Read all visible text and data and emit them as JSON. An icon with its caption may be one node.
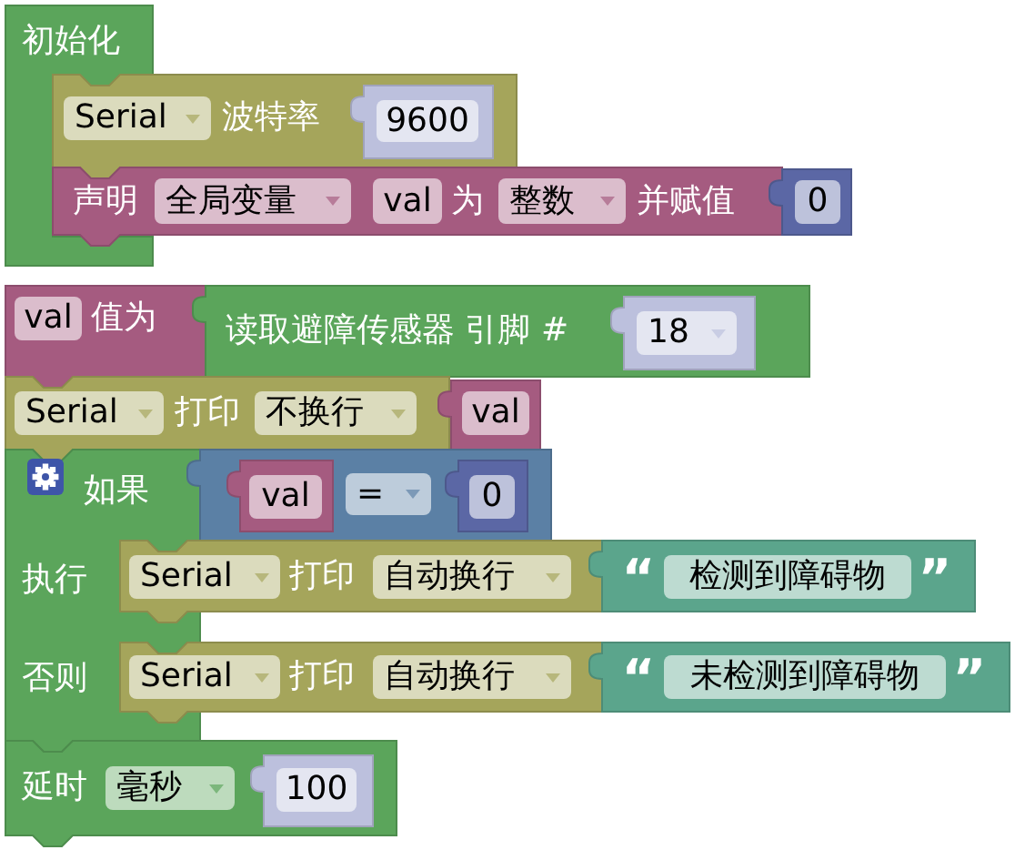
{
  "diagram": {
    "nodes": [
      {
        "text": [
          "初始化"
        ]
      },
      {
        "text": [
          "Serial",
          "波特率"
        ]
      },
      {
        "text": [
          "9600"
        ],
        "in": 1
      },
      {
        "text": [
          "声明",
          "全局变量",
          "val",
          "为",
          "整数",
          "并赋值"
        ]
      },
      {
        "text": [
          "0"
        ]
      },
      {
        "text": [
          "val",
          "值为"
        ]
      },
      {
        "text": [
          "读取避障传感器 引脚 #"
        ]
      },
      {
        "text": [
          "18"
        ],
        "in": 6
      },
      {
        "text": [
          "Serial",
          "打印",
          "不换行"
        ]
      },
      {
        "text": [
          "val"
        ]
      },
      {
        "text": [
          "如果",
          "执行",
          "否则"
        ]
      },
      {
        "text": [
          "="
        ]
      },
      {
        "text": [
          "val"
        ],
        "in": 11
      },
      {
        "text": [
          "0"
        ],
        "in": 11
      },
      {
        "text": [
          "Serial",
          "打印",
          "自动换行"
        ]
      },
      {
        "text": [
          "“",
          "检测到障碍物",
          "”"
        ]
      },
      {
        "text": [
          "Serial",
          "打印",
          "自动换行"
        ]
      },
      {
        "text": [
          "“",
          "未检测到障碍物",
          "”"
        ]
      },
      {
        "text": [
          "延时",
          "毫秒"
        ]
      },
      {
        "text": [
          "100"
        ],
        "in": 18
      }
    ]
  }
}
